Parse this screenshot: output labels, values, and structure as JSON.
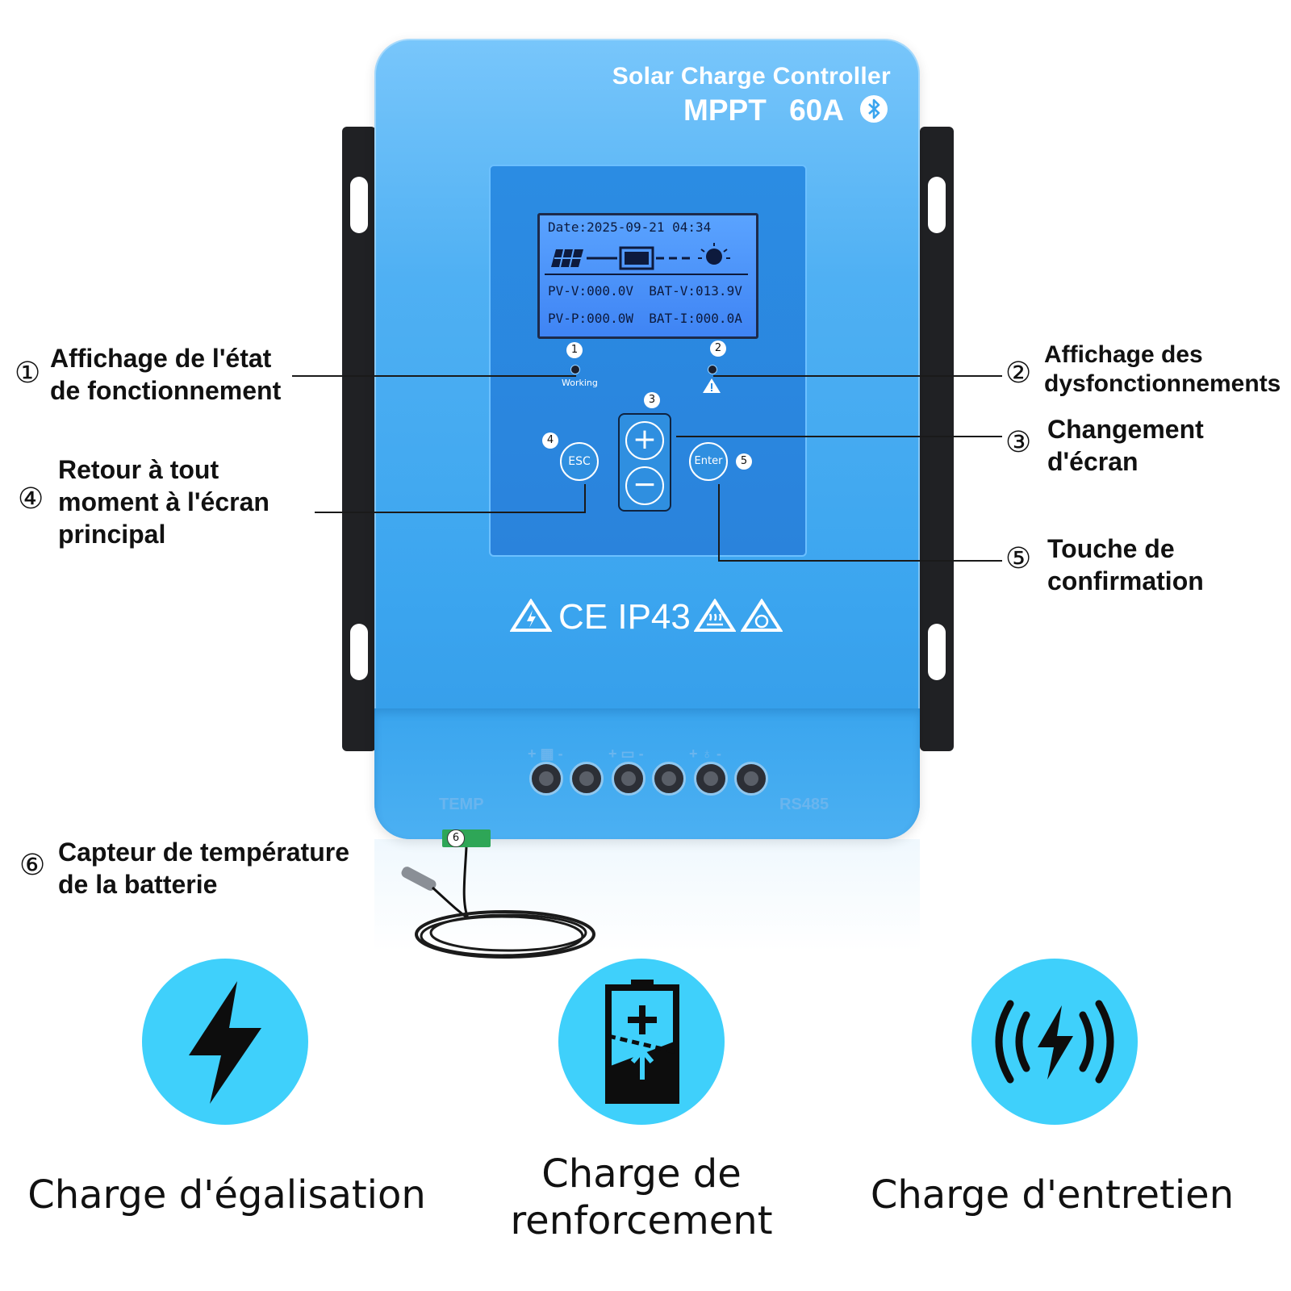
{
  "device": {
    "title": "Solar Charge Controller",
    "model": "MPPT",
    "rating": "60A",
    "bluetooth_icon": "bluetooth-icon",
    "certifications": "CE IP43",
    "lcd": {
      "date_line": "Date:2025-09-21 04:34",
      "pv_voltage": "PV-V:000.0V",
      "bat_voltage": "BAT-V:013.9V",
      "pv_power": "PV-P:000.0W",
      "bat_current": "BAT-I:000.0A"
    },
    "indicators": {
      "working_num": "1",
      "working_label": "Working",
      "fault_num": "2"
    },
    "buttons": {
      "updown_num": "3",
      "plus_label": "+",
      "minus_label": "−",
      "esc_num": "4",
      "esc_label": "ESC",
      "enter_num": "5",
      "enter_label": "Enter"
    },
    "terminals": {
      "temp_label": "TEMP",
      "rs485_label": "RS485",
      "sensor_num": "6",
      "group_signs": [
        "+",
        "-",
        "+",
        "-",
        "+",
        "-"
      ]
    }
  },
  "callouts": [
    {
      "num": "①",
      "text_1": "Affichage de l'état",
      "text_2": "de fonctionnement"
    },
    {
      "num": "②",
      "text_1": "Affichage des",
      "text_2": "dysfonctionnements"
    },
    {
      "num": "③",
      "text_1": "Changement",
      "text_2": "d'écran"
    },
    {
      "num": "④",
      "text_1": "Retour à tout",
      "text_2": "moment à l'écran",
      "text_3": "principal"
    },
    {
      "num": "⑤",
      "text_1": "Touche de",
      "text_2": "confirmation"
    },
    {
      "num": "⑥",
      "text_1": "Capteur de température",
      "text_2": "de la batterie"
    }
  ],
  "features": [
    {
      "label": "Charge d'égalisation",
      "icon": "lightning-bolt-icon"
    },
    {
      "label_1": "Charge de",
      "label_2": "renforcement",
      "icon": "battery-boost-icon"
    },
    {
      "label": "Charge d'entretien",
      "icon": "wireless-charge-icon"
    }
  ],
  "colors": {
    "device_blue": "#3ba5ef",
    "feature_circle": "#3fd0fb",
    "bracket": "#202124"
  }
}
